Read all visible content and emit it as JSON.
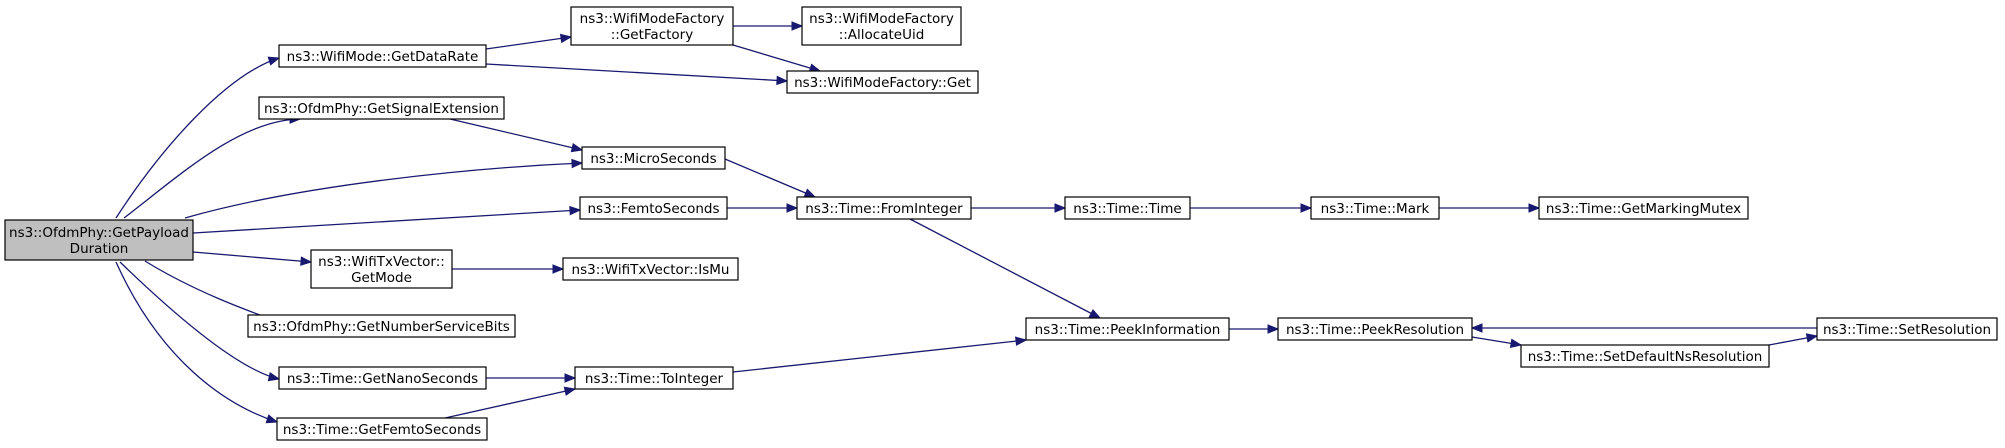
{
  "colors": {
    "edge": "#191970",
    "root_fill": "#bfbfbf",
    "node_fill": "#ffffff",
    "node_border": "#000000"
  },
  "nodes": {
    "root": {
      "lines": [
        "ns3::OfdmPhy::GetPayload",
        "Duration"
      ]
    },
    "getDataRate": {
      "lines": [
        "ns3::WifiMode::GetDataRate"
      ]
    },
    "getFactory": {
      "lines": [
        "ns3::WifiModeFactory",
        "::GetFactory"
      ]
    },
    "allocateUid": {
      "lines": [
        "ns3::WifiModeFactory",
        "::AllocateUid"
      ]
    },
    "factoryGet": {
      "lines": [
        "ns3::WifiModeFactory::Get"
      ]
    },
    "signalExt": {
      "lines": [
        "ns3::OfdmPhy::GetSignalExtension"
      ]
    },
    "microSeconds": {
      "lines": [
        "ns3::MicroSeconds"
      ]
    },
    "femtoSeconds": {
      "lines": [
        "ns3::FemtoSeconds"
      ]
    },
    "fromInteger": {
      "lines": [
        "ns3::Time::FromInteger"
      ]
    },
    "timeTime": {
      "lines": [
        "ns3::Time::Time"
      ]
    },
    "mark": {
      "lines": [
        "ns3::Time::Mark"
      ]
    },
    "markingMutex": {
      "lines": [
        "ns3::Time::GetMarkingMutex"
      ]
    },
    "getMode": {
      "lines": [
        "ns3::WifiTxVector::",
        "GetMode"
      ]
    },
    "isMu": {
      "lines": [
        "ns3::WifiTxVector::IsMu"
      ]
    },
    "numServiceBits": {
      "lines": [
        "ns3::OfdmPhy::GetNumberServiceBits"
      ]
    },
    "peekInfo": {
      "lines": [
        "ns3::Time::PeekInformation"
      ]
    },
    "peekRes": {
      "lines": [
        "ns3::Time::PeekResolution"
      ]
    },
    "setDefaultNs": {
      "lines": [
        "ns3::Time::SetDefaultNsResolution"
      ]
    },
    "setRes": {
      "lines": [
        "ns3::Time::SetResolution"
      ]
    },
    "nanoSeconds": {
      "lines": [
        "ns3::Time::GetNanoSeconds"
      ]
    },
    "toInteger": {
      "lines": [
        "ns3::Time::ToInteger"
      ]
    },
    "getFemto": {
      "lines": [
        "ns3::Time::GetFemtoSeconds"
      ]
    }
  },
  "edges": [
    [
      "root",
      "getDataRate"
    ],
    [
      "root",
      "signalExt"
    ],
    [
      "root",
      "microSeconds"
    ],
    [
      "root",
      "femtoSeconds"
    ],
    [
      "root",
      "getMode"
    ],
    [
      "root",
      "numServiceBits"
    ],
    [
      "root",
      "nanoSeconds"
    ],
    [
      "root",
      "getFemto"
    ],
    [
      "getDataRate",
      "getFactory"
    ],
    [
      "getDataRate",
      "factoryGet"
    ],
    [
      "getFactory",
      "allocateUid"
    ],
    [
      "getFactory",
      "factoryGet"
    ],
    [
      "signalExt",
      "microSeconds"
    ],
    [
      "microSeconds",
      "fromInteger"
    ],
    [
      "femtoSeconds",
      "fromInteger"
    ],
    [
      "fromInteger",
      "timeTime"
    ],
    [
      "fromInteger",
      "peekInfo"
    ],
    [
      "timeTime",
      "mark"
    ],
    [
      "mark",
      "markingMutex"
    ],
    [
      "getMode",
      "isMu"
    ],
    [
      "peekInfo",
      "peekRes"
    ],
    [
      "peekRes",
      "setDefaultNs"
    ],
    [
      "setDefaultNs",
      "setRes"
    ],
    [
      "setRes",
      "peekRes"
    ],
    [
      "nanoSeconds",
      "toInteger"
    ],
    [
      "getFemto",
      "toInteger"
    ],
    [
      "toInteger",
      "peekInfo"
    ]
  ]
}
